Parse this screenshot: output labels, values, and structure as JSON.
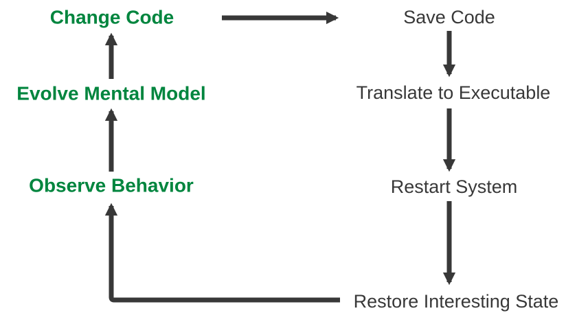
{
  "diagram": {
    "title": "Edit-compile-run loop diagram",
    "colors": {
      "accent_green": "#00853e",
      "arrow_dark": "#383838",
      "background": "#ffffff"
    },
    "left_column": {
      "change_code": "Change Code",
      "evolve_mental_model": "Evolve Mental Model",
      "observe_behavior": "Observe Behavior"
    },
    "right_column": {
      "save_code": "Save Code",
      "translate_to_executable": "Translate to Executable",
      "restart_system": "Restart System",
      "restore_interesting_state": "Restore Interesting State"
    },
    "edges": [
      {
        "from": "Change Code",
        "to": "Save Code",
        "direction": "right"
      },
      {
        "from": "Save Code",
        "to": "Translate to Executable",
        "direction": "down"
      },
      {
        "from": "Translate to Executable",
        "to": "Restart System",
        "direction": "down"
      },
      {
        "from": "Restart System",
        "to": "Restore Interesting State",
        "direction": "down"
      },
      {
        "from": "Restore Interesting State",
        "to": "Observe Behavior",
        "direction": "left-then-up"
      },
      {
        "from": "Observe Behavior",
        "to": "Evolve Mental Model",
        "direction": "up"
      },
      {
        "from": "Evolve Mental Model",
        "to": "Change Code",
        "direction": "up"
      }
    ]
  }
}
